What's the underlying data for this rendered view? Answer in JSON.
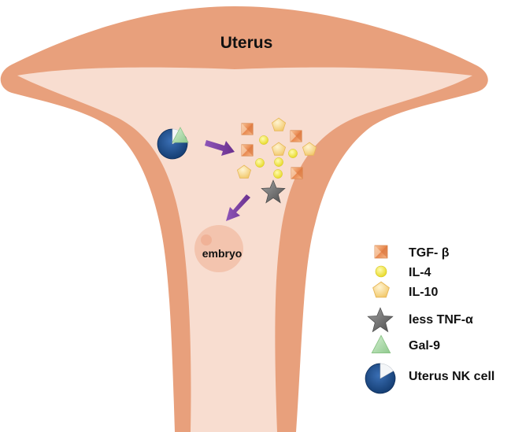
{
  "diagram": {
    "title": "Uterus",
    "embryo_label": "embryo",
    "legend": [
      {
        "id": "tgf",
        "label": "TGF- β",
        "icon": "tgf-beta-square-icon"
      },
      {
        "id": "il4",
        "label": "IL-4",
        "icon": "il-4-circle-icon"
      },
      {
        "id": "il10",
        "label": "IL-10",
        "icon": "il-10-pentagon-icon"
      },
      {
        "id": "tnf",
        "label": "less TNF-α",
        "icon": "tnf-alpha-star-icon"
      },
      {
        "id": "gal9",
        "label": "Gal-9",
        "icon": "gal-9-triangle-icon"
      },
      {
        "id": "nk",
        "label": "Uterus NK cell",
        "icon": "uterus-nk-cell-icon"
      }
    ],
    "colors": {
      "uterus_wall": "#E8A07C",
      "uterus_cavity": "#F8DDD0",
      "embryo": "#F2BFA8",
      "arrow": "#7A3E9E",
      "nk_cell": "#1F4E8C",
      "il4": "#F2E84A",
      "il10": "#F7DC8F",
      "tgf": "#EFA46D",
      "tnf": "#707070",
      "gal9": "#B5DDB4"
    }
  }
}
